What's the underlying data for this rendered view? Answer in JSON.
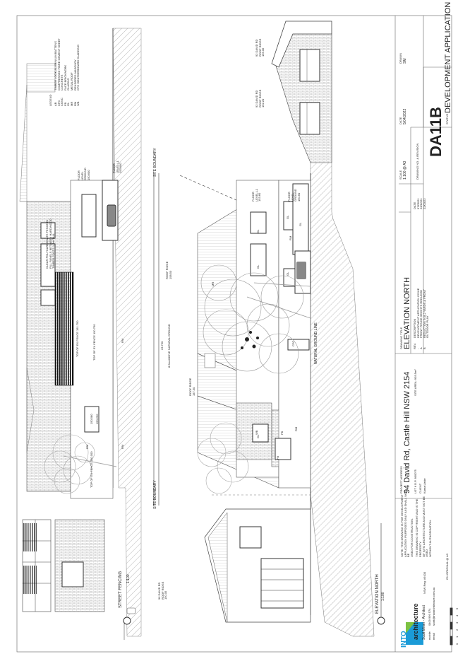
{
  "legend": {
    "title": "LEGEND",
    "items": [
      {
        "code": "AB",
        "text": "TIMBER LOOK ALUMINIUM BATTENS"
      },
      {
        "code": "CFC",
        "text": "COMPRESSED FIBRE CEMENT SHEET"
      },
      {
        "code": "CONC",
        "text": "CONCRETE"
      },
      {
        "code": "FB",
        "text": "FACE BRICKWORK"
      },
      {
        "code": "GL",
        "text": "GLAZING"
      },
      {
        "code": "MR",
        "text": "METAL ROOF"
      },
      {
        "code": "RM",
        "text": "RENDERED MASONRY"
      },
      {
        "code": "WB",
        "text": "CFC WEATHERBOARD CLADDING"
      }
    ]
  },
  "street_fencing": {
    "levels": {
      "floor_l1": [
        "FLOOR",
        "LEVEL L1",
        "153.600"
      ],
      "floor_ground": [
        "FLOOR",
        "LEVEL",
        "GROUND",
        "150.600"
      ],
      "fence_top_1": "TOP OF EX FENCE 151.750",
      "fence_top_2": "TOP OF EX FENCE 150.750",
      "fence_top_3": "TOP OF EX FENCE 150.000",
      "rl_1": "150.580",
      "rl_2": "150.250",
      "note": [
        "CLEAR POLYCARBONATE FENCE IN",
        "FILL PANELS BETWEEN HARDWOOD",
        "TIMBER POSTS 1.2m TALL"
      ]
    },
    "materials": [
      "RM",
      "RM",
      "RM"
    ],
    "title": "STREET FENCING",
    "scale": "1:100"
  },
  "elevation": {
    "site_boundary_top": "SITE BOUNDARY",
    "site_boundary_bottom": "SITE BOUNDARY",
    "height_dim": "23.760",
    "above_ground": "8.5m ABOVE NATURAL GROUND",
    "roof_ridge_main": [
      "ROOF RIDGE",
      "158.50"
    ],
    "roof_ridge_left": [
      "ROOF RIDGE",
      "157.50"
    ],
    "floor_l1": [
      "FLOOR",
      "LEVEL L1",
      "153.60"
    ],
    "floor_ground": [
      "FLOOR",
      "LEVEL",
      "GROUND",
      "150.60"
    ],
    "natural_ground": "NATURAL GROUND LINE",
    "neighbour_92": [
      "92 DAVID RD",
      "ROOF RIDGE",
      "152.20"
    ],
    "neighbour_92b": [
      "92 DAVID RD",
      "ROOF RIDGE",
      "155.05"
    ],
    "neighbour_96": [
      "96 DAVID RD",
      "ROOF RIDGE",
      "150.05"
    ],
    "tags": [
      "MR",
      "GL",
      "GL",
      "GL",
      "RM",
      "WB",
      "FB",
      "GL",
      "FB",
      "GL",
      "RM",
      "GL",
      "CFC"
    ],
    "title": "ELEVATION NORTH",
    "scale": "1:100"
  },
  "title_block": {
    "brand_into": "INTO",
    "brand_arch": "architecture",
    "architect": "Scott Miner - Architect",
    "nsw_reg": "NSW Reg: #9100",
    "mobile_label": "mobile",
    "mobile": "0409 999 574",
    "email_label": "email",
    "email": "scott@intoarchitecture.com.au",
    "notes": [
      "NOTE: THIS DRAWING IS FOR DEVELOPMENT",
      "APPLICATION PURPOSES ONLY AND SHALL NOT BE",
      "USED FOR CONSTRUCTION.",
      "THIS DRAWING IS COPYRIGHT AND IS THE PROPERTY",
      "OF INTO ARCHITECTURE AND MUST NOT BE USED",
      "WITHOUT AUTHORISATION."
    ],
    "original": "ON ORIGINAL @ A3",
    "scale_ticks": [
      "0",
      "1",
      "2",
      "3",
      "4",
      "5"
    ],
    "project_address_label": "PROJECT ADDRESS",
    "project_address": "94 David Rd, Castle Hill NSW 2154",
    "lot": "LOT 6  D.P. 800075",
    "site_area": "SITE AREA: 903.5m²",
    "client_label": "CLIENT",
    "client": "Kamal Aride",
    "drawing_title_label": "DRAWING TITLE",
    "drawing_title": "ELEVATION NORTH",
    "revisions": {
      "headers": [
        "REV.",
        "DESCRIPTION",
        "DATE"
      ],
      "rows": [
        [
          "-",
          "DEVELOPMENT APPLICATION ISSUE",
          "07/05/21"
        ],
        [
          "A",
          "FRONT FENCE HEIGHTS REDUCED",
          "23/12/21"
        ],
        [
          "B",
          "REDUCTION IN 8-2 YARDS & FRONT OUTDOOR PLAY",
          "22/03/22"
        ]
      ]
    },
    "scale_label": "SCALE",
    "scale": "1:100 @ A3",
    "date_label": "DATE",
    "date": "5/04/2022",
    "drawn_label": "DRAWN",
    "drawn": "SM",
    "drawing_no_label": "DRAWING NO. & REVISION",
    "drawing_no": "DA11B",
    "status_label": "STATUS",
    "status": "DEVELOPMENT APPLICATION"
  }
}
